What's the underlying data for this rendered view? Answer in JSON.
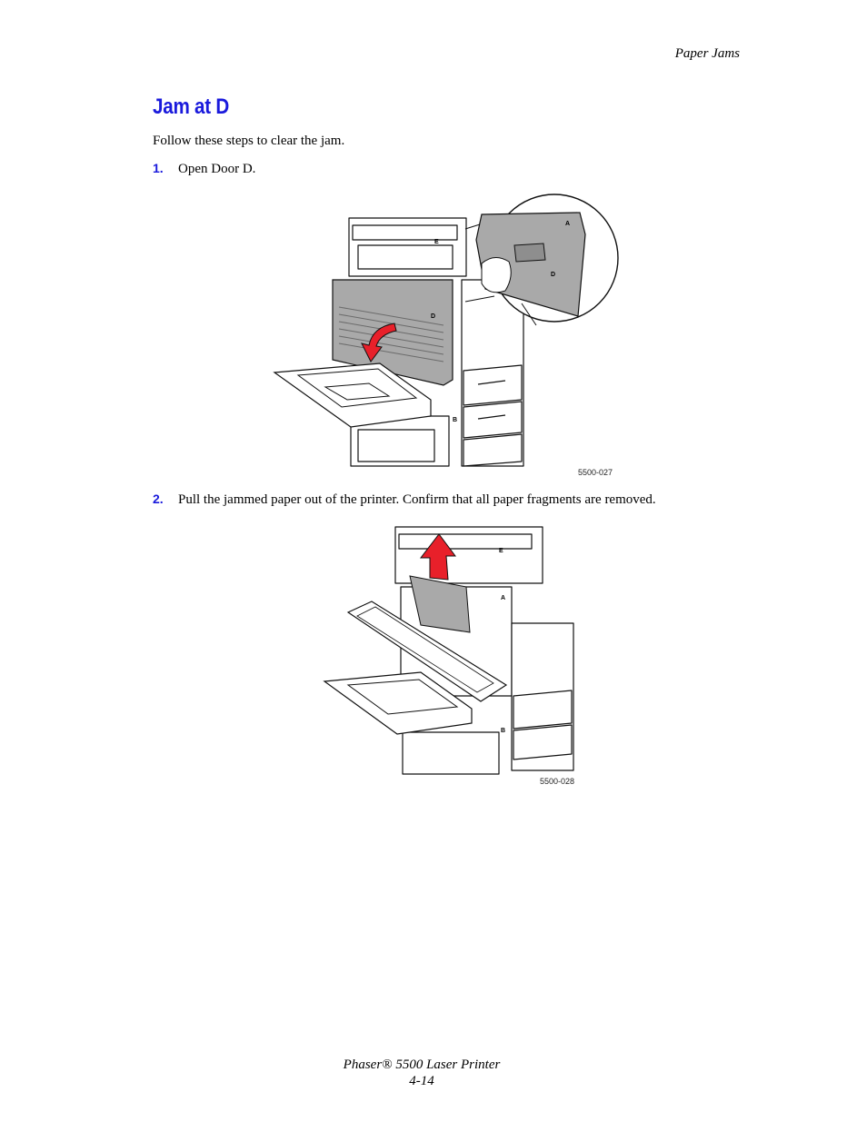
{
  "header": {
    "section": "Paper Jams"
  },
  "title": "Jam at D",
  "intro": "Follow these steps to clear the jam.",
  "steps": [
    {
      "number": "1.",
      "text": "Open Door D."
    },
    {
      "number": "2.",
      "text": "Pull the jammed paper out of the printer. Confirm that all paper fragments are removed."
    }
  ],
  "figures": [
    {
      "code": "5500-027",
      "labels": [
        "E",
        "D",
        "B",
        "A",
        "D"
      ]
    },
    {
      "code": "5500-028",
      "labels": [
        "E",
        "A",
        "B"
      ]
    }
  ],
  "footer": {
    "product": "Phaser® 5500 Laser Printer",
    "page": "4-14"
  },
  "colors": {
    "heading": "#1a1adc",
    "arrow": "#e8202a",
    "door": "#a9a9a9"
  }
}
